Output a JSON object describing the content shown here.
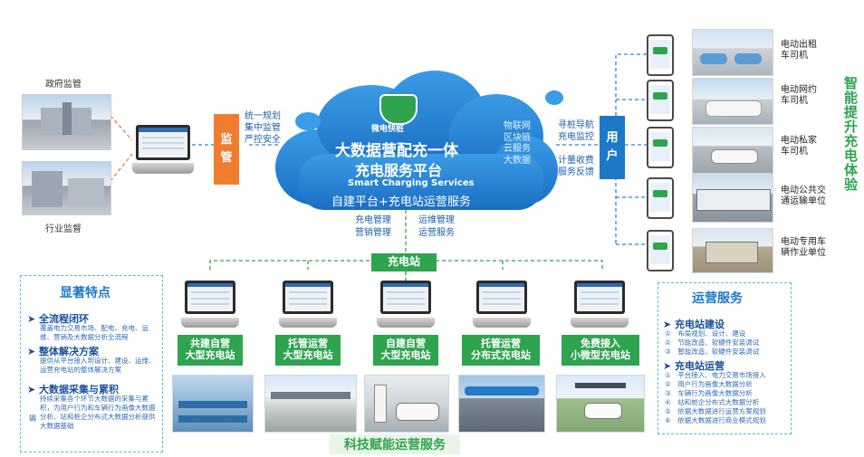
{
  "government": {
    "title": "政府监管"
  },
  "industry": {
    "title": "行业监督"
  },
  "supervision": {
    "label": "监\n管",
    "lines": [
      "统一规划",
      "集中监管",
      "严控安全"
    ]
  },
  "cloud": {
    "logo_text": "微电快桩",
    "title_line1": "大数据营配充一体",
    "title_line2": "充电服务平台",
    "english": "Smart Charging Services",
    "subtitle": "自建平台+充电站运营服务",
    "tech": [
      "物联网",
      "区块链",
      "云服务",
      "大数据"
    ]
  },
  "user_links": {
    "top": [
      "寻桩导航",
      "充电监控"
    ],
    "bottom": [
      "计量收费",
      "服务反馈"
    ]
  },
  "user_box": {
    "label": "用\n户"
  },
  "user_categories": [
    "电动出租\n车司机",
    "电动网约\n车司机",
    "电动私家\n车司机",
    "电动公共交\n通运输单位",
    "电动专用车\n辆作业单位"
  ],
  "vertical_slogan": "智能提升充电体验",
  "management": {
    "left": [
      "充电管理",
      "营销管理"
    ],
    "right": [
      "运维管理",
      "运营服务"
    ]
  },
  "station": {
    "label": "充电站"
  },
  "station_types": [
    "共建自营\n大型充电站",
    "托管运营\n大型充电站",
    "自建自营\n大型充电站",
    "托管运营\n分布式充电站",
    "免费接入\n小微型充电站"
  ],
  "features": {
    "title": "显著特点",
    "items": [
      {
        "head": "全流程闭环",
        "text": "覆盖电力交易市场、配电、充电、运维、营销及大数据分析全流程"
      },
      {
        "head": "整体解决方案",
        "text": "提供从平台接入到设计、建设、运维、运营充电站的整体解决方案"
      },
      {
        "head": "大数据采集与累积",
        "text": "持续采集各个环节大数据的采集与累积，为用户行为和车辆行为画像大数据分析、站和桩企分布式大数据分析提供大数据基础"
      }
    ],
    "stray": [
      "辆"
    ]
  },
  "operations": {
    "title": "运营服务",
    "sections": [
      {
        "head": "充电站建设",
        "items": [
          "①　布局规划、设计、建设",
          "②　节能改造、软硬件安装调试",
          "③　智能改造、软硬件安装调试"
        ]
      },
      {
        "head": "充电站运营",
        "items": [
          "①　平台接入、电力交易市场接入",
          "②　用户行为画像大数据分析",
          "③　车辆行为画像大数据分析",
          "④　站和桩企分布式大数据分析",
          "⑤　依据大数据进行运营方案规划",
          "⑥　依据大数据进行商业模式规划"
        ]
      }
    ]
  },
  "bottom_slogan": "科技赋能运营服务",
  "colors": {
    "orange": "#f07d2e",
    "blue": "#1e78c8",
    "green": "#2ea44f",
    "cloud": "#2a86d6",
    "dash": "#4cc1d6"
  }
}
